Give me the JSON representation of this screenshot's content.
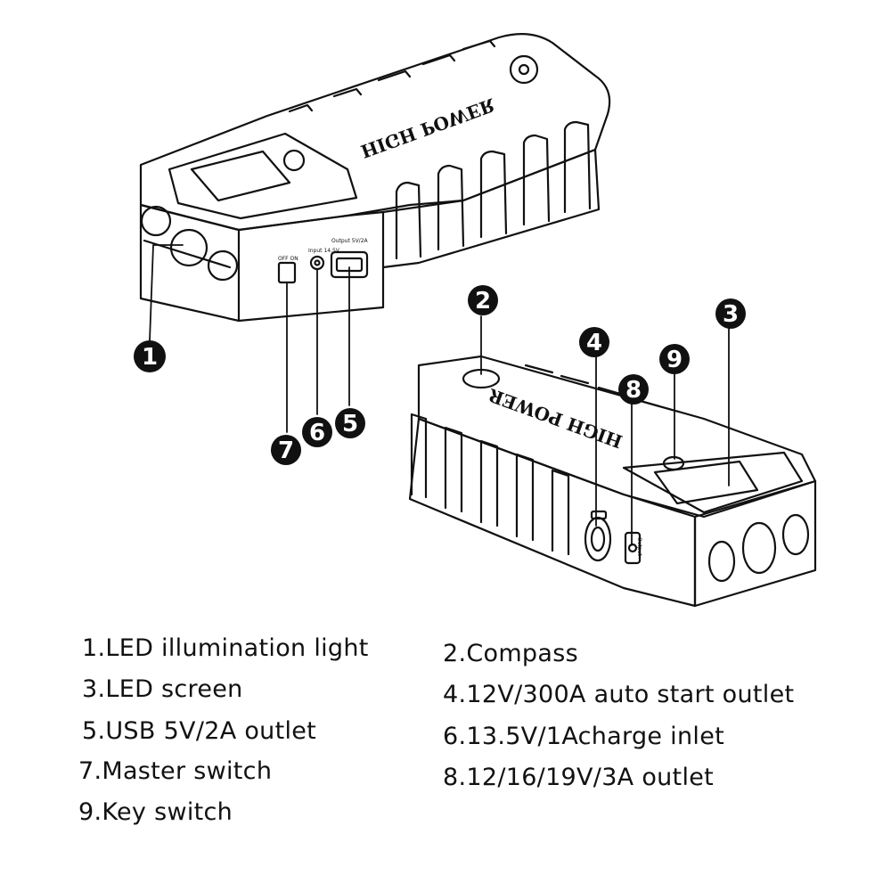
{
  "brand_text": "HIGH POWER",
  "port_labels": {
    "switch": "OFF ON",
    "charge_inlet": "Input 14.5V",
    "usb": "Output 5V/2A",
    "dc_outlet": "Output"
  },
  "callouts": [
    "1",
    "2",
    "3",
    "4",
    "5",
    "6",
    "7",
    "8",
    "9"
  ],
  "legend": {
    "item1": "1.LED illumination light",
    "item2": "2.Compass",
    "item3": "3.LED screen",
    "item4": "4.12V/300A auto start outlet",
    "item5": "5.USB 5V/2A outlet",
    "item6": "6.13.5V/1Acharge inlet",
    "item7": "7.Master switch",
    "item8": "8.12/16/19V/3A outlet",
    "item9": "9.Key switch"
  }
}
